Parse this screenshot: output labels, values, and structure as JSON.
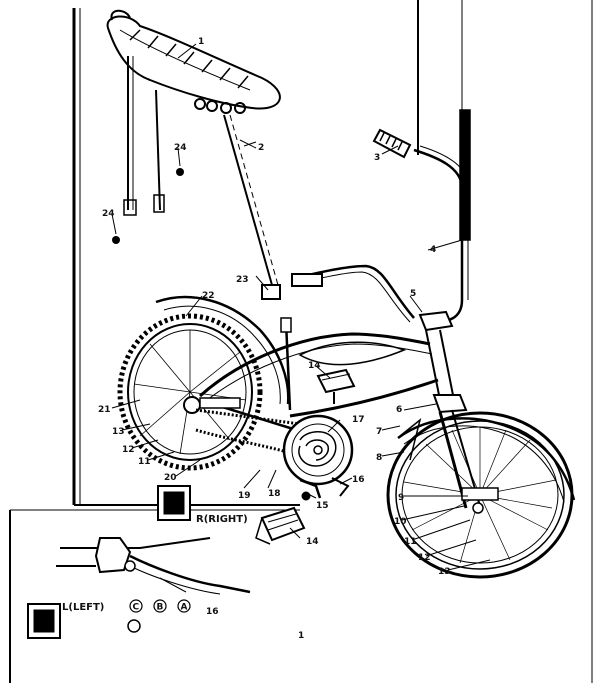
{
  "diagram": {
    "callouts": {
      "c1": "1",
      "c2": "2",
      "c3": "3",
      "c4": "4",
      "c5": "5",
      "c6": "6",
      "c7": "7",
      "c8": "8",
      "c9": "9",
      "c10": "10",
      "c11": "11",
      "c12": "12",
      "c13": "13",
      "c14_top": "14",
      "c15": "15",
      "c16": "16",
      "c17": "17",
      "c18": "18",
      "c19": "19",
      "c20": "20",
      "c21": "21",
      "c22": "22",
      "c23": "23",
      "c24_a": "24",
      "c24_b": "24",
      "r_c11": "11",
      "r_c12": "12",
      "r_c13": "13",
      "f_c10": "10",
      "f_c11": "11",
      "f_c12": "12",
      "f_c13": "13",
      "c14_pedal": "14",
      "c16_lever": "16"
    },
    "labels": {
      "right": "R(RIGHT)",
      "left": "L(LEFT)",
      "circle_c": "C",
      "circle_b": "B",
      "circle_a": "A",
      "page_mark": "1"
    }
  }
}
